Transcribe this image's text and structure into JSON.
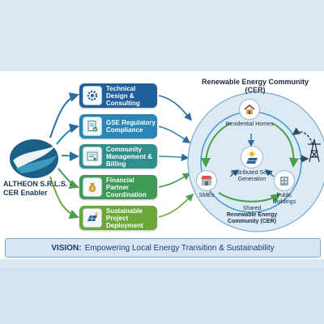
{
  "company": {
    "name": "ALTHEON S.R.L.S. - CER Enabler"
  },
  "services": [
    {
      "label": "Technical Design & Consulting",
      "color": "#1f5f9c",
      "icon": "gear-icon"
    },
    {
      "label": "GSE Regulatory Compliance",
      "color": "#2a86b8",
      "icon": "document-check-icon"
    },
    {
      "label": "Community Management & Billing",
      "color": "#2f8f8c",
      "icon": "billing-icon"
    },
    {
      "label": "Financial Partner Coordination",
      "color": "#3e9a55",
      "icon": "money-bag-icon"
    },
    {
      "label": "Sustainable Project Deployment",
      "color": "#6aa83a",
      "icon": "solar-panel-icon"
    }
  ],
  "cer": {
    "title": "Renewable Energy Community (CER)",
    "residential": "Residential Homes",
    "generation": "Distributed Solar Generation",
    "smes": "SMEs",
    "public": "Public Buildings",
    "shared": "Shared",
    "shared_bold": "Renewable Energy Community (CER)"
  },
  "vision": {
    "label": "VISION:",
    "text": "Empowering Local Energy Transition & Sustainability"
  }
}
